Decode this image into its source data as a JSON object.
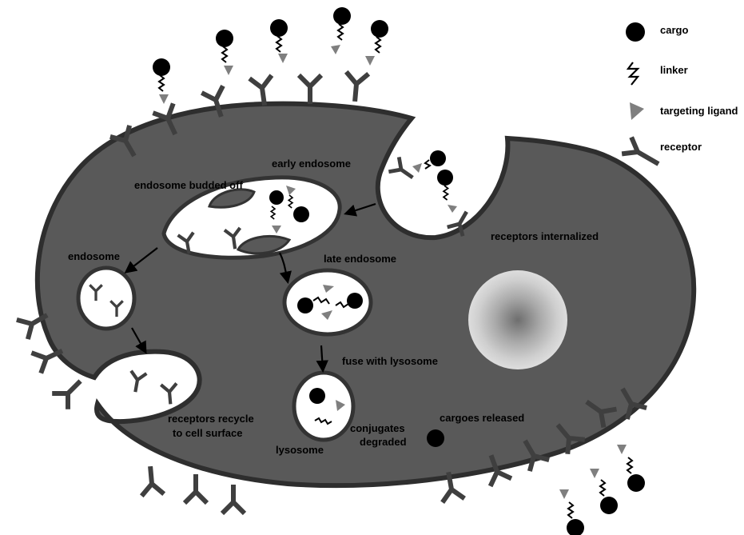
{
  "legend": {
    "cargo": "cargo",
    "linker": "linker",
    "ligand": "targeting ligand",
    "receptor": "receptor"
  },
  "labels": {
    "early_endosome": "early endosome",
    "endosome_budded_off": "endosome budded off",
    "receptors_internalized": "receptors internalized",
    "endosome": "endosome",
    "late_endosome": "late endosome",
    "fuse_with_lysosome": "fuse with lysosome",
    "receptors_recycle_line1": "receptors recycle",
    "receptors_recycle_line2": "to cell surface",
    "conjugates_line1": "conjugates",
    "conjugates_line2": "degraded",
    "lysosome": "lysosome",
    "cargoes_released": "cargoes released"
  },
  "colors": {
    "cytoplasm": "#595959",
    "membrane": "#333333",
    "receptor": "#3f3f3f",
    "ligand": "#7f7f7f",
    "cargo": "#000000",
    "nucleus_outer": "#d9d9d9",
    "nucleus_inner": "#7a7a7a"
  },
  "icons": [
    "cargo-icon",
    "linker-icon",
    "ligand-icon",
    "receptor-icon"
  ]
}
